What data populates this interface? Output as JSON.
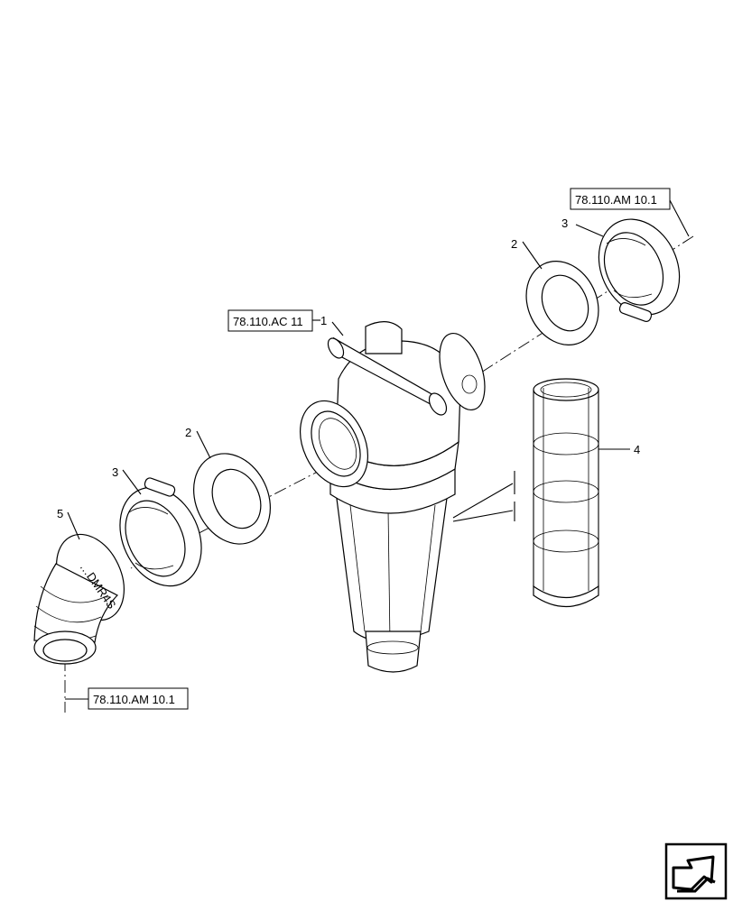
{
  "references": {
    "top_right": "78.110.AM 10.1",
    "filter_body": "78.110.AC 11",
    "bottom_left": "78.110.AM 10.1"
  },
  "callouts": {
    "filter_body": "1",
    "gasket_right": "2",
    "clamp_right": "3",
    "gasket_left": "2",
    "clamp_left": "3",
    "screen": "4",
    "elbow": "5"
  },
  "elbow_marking": "…DMR4S"
}
